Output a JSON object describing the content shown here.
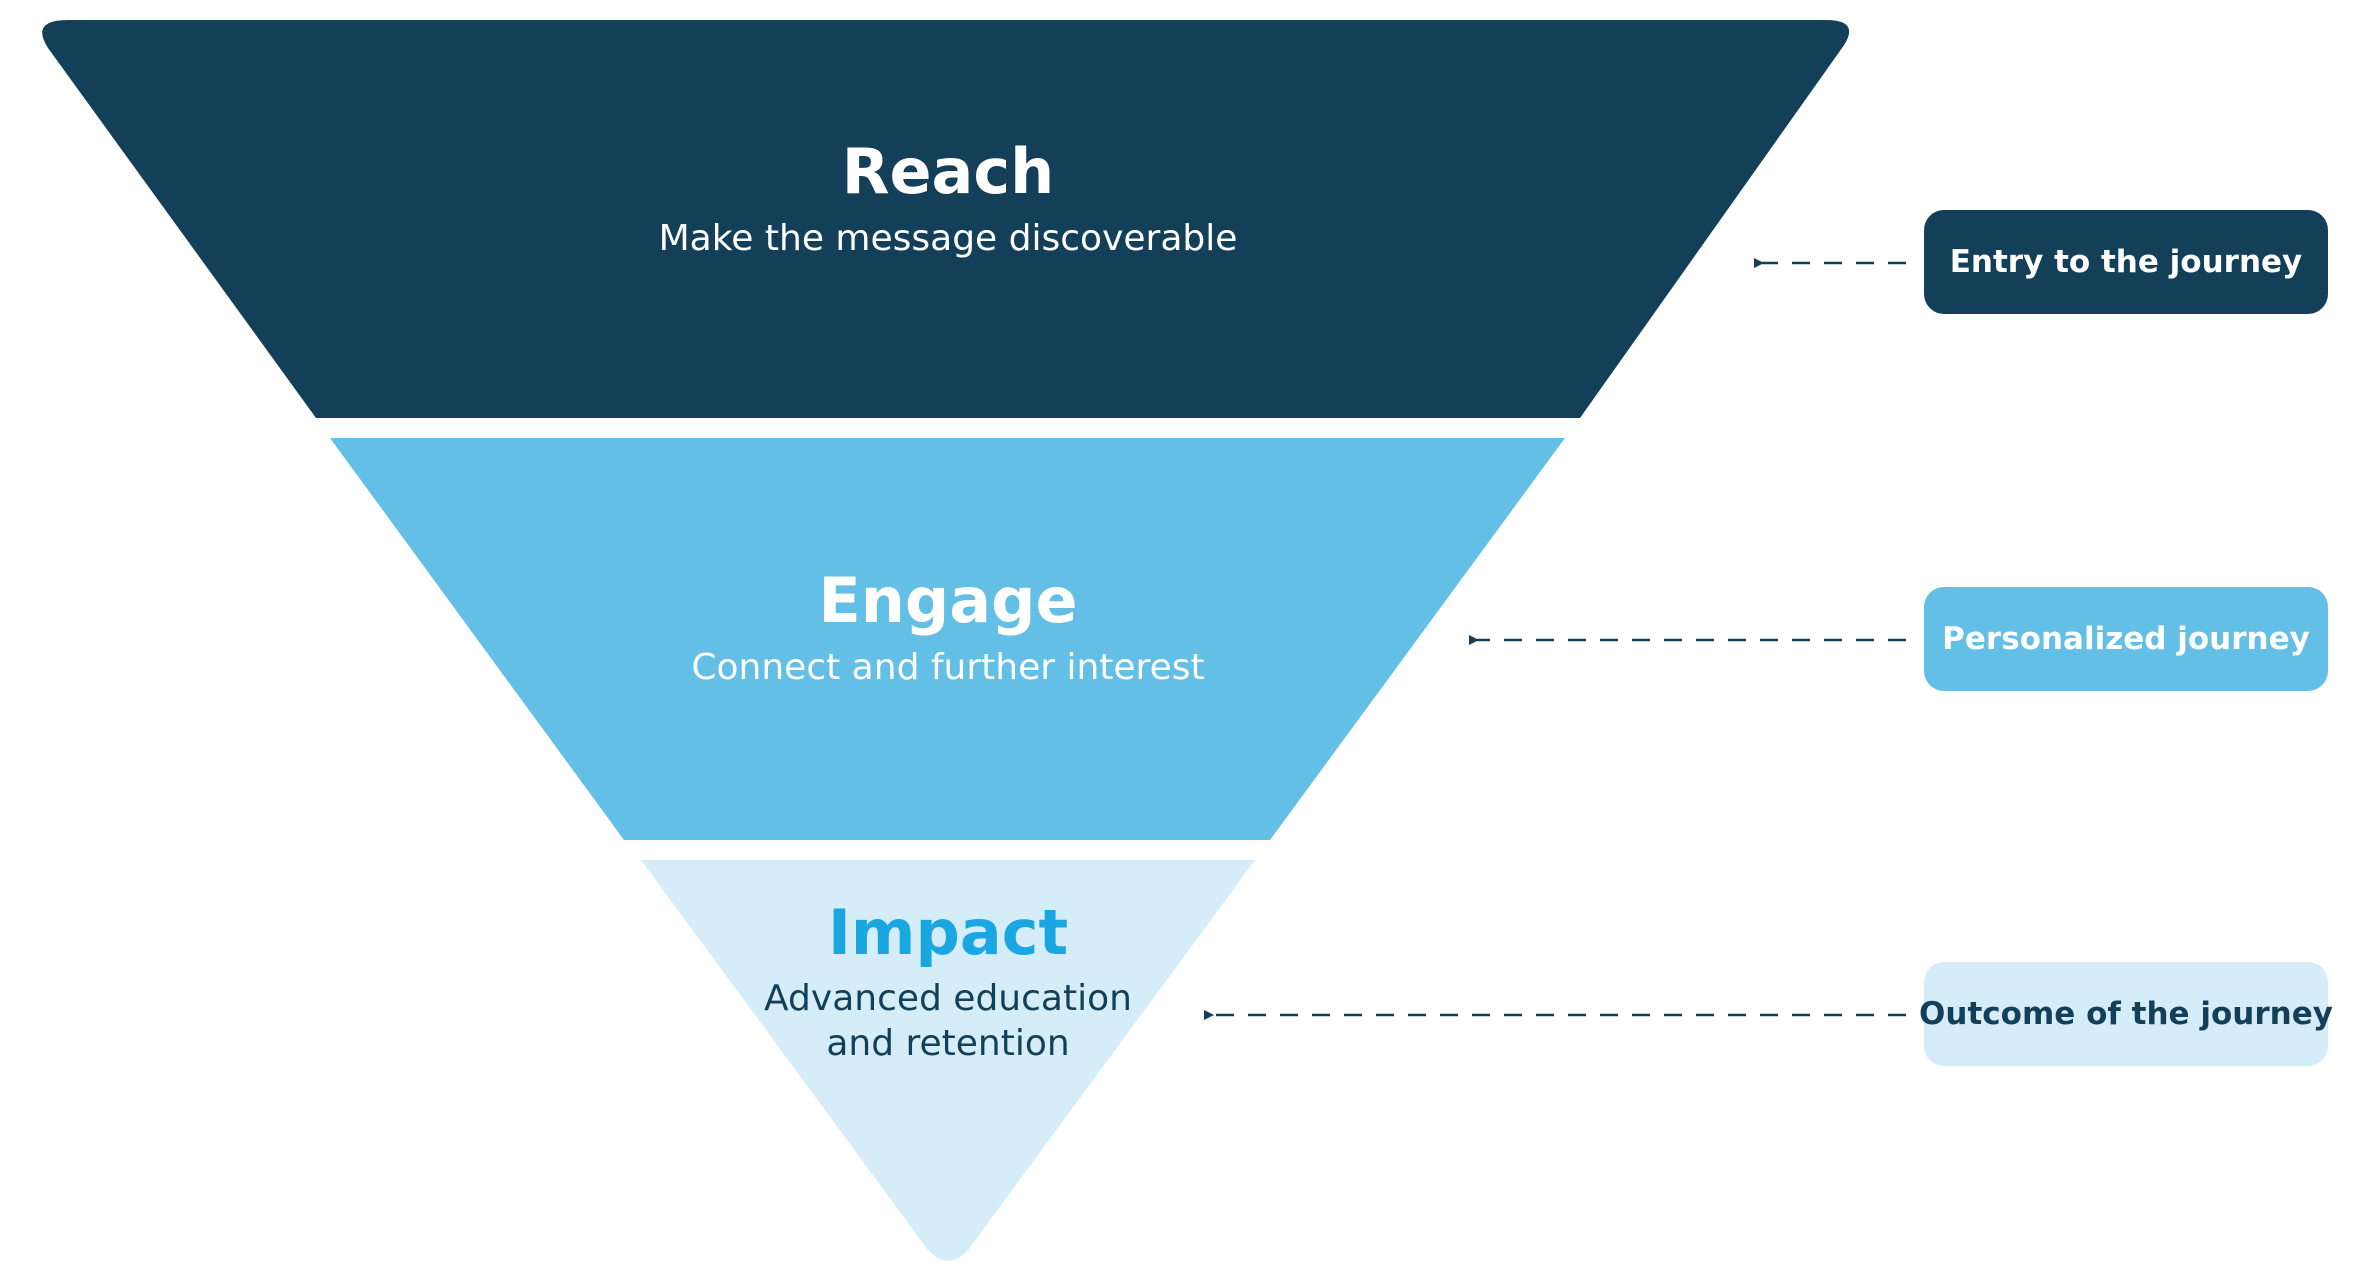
{
  "colors": {
    "reach_fill": "#143f58",
    "engage_fill": "#64bfe6",
    "impact_fill": "#d5edf8",
    "reach_text": "#ffffff",
    "engage_text": "#ffffff",
    "impact_title": "#1aa6e0",
    "impact_text": "#143f58",
    "connector": "#143f58"
  },
  "stages": [
    {
      "title": "Reach",
      "subtitle_lines": [
        "Make the message discoverable"
      ],
      "callout": "Entry to the journey"
    },
    {
      "title": "Engage",
      "subtitle_lines": [
        "Connect and further interest"
      ],
      "callout": "Personalized journey"
    },
    {
      "title": "Impact",
      "subtitle_lines": [
        "Advanced education",
        "and retention"
      ],
      "callout": "Outcome of the journey"
    }
  ]
}
